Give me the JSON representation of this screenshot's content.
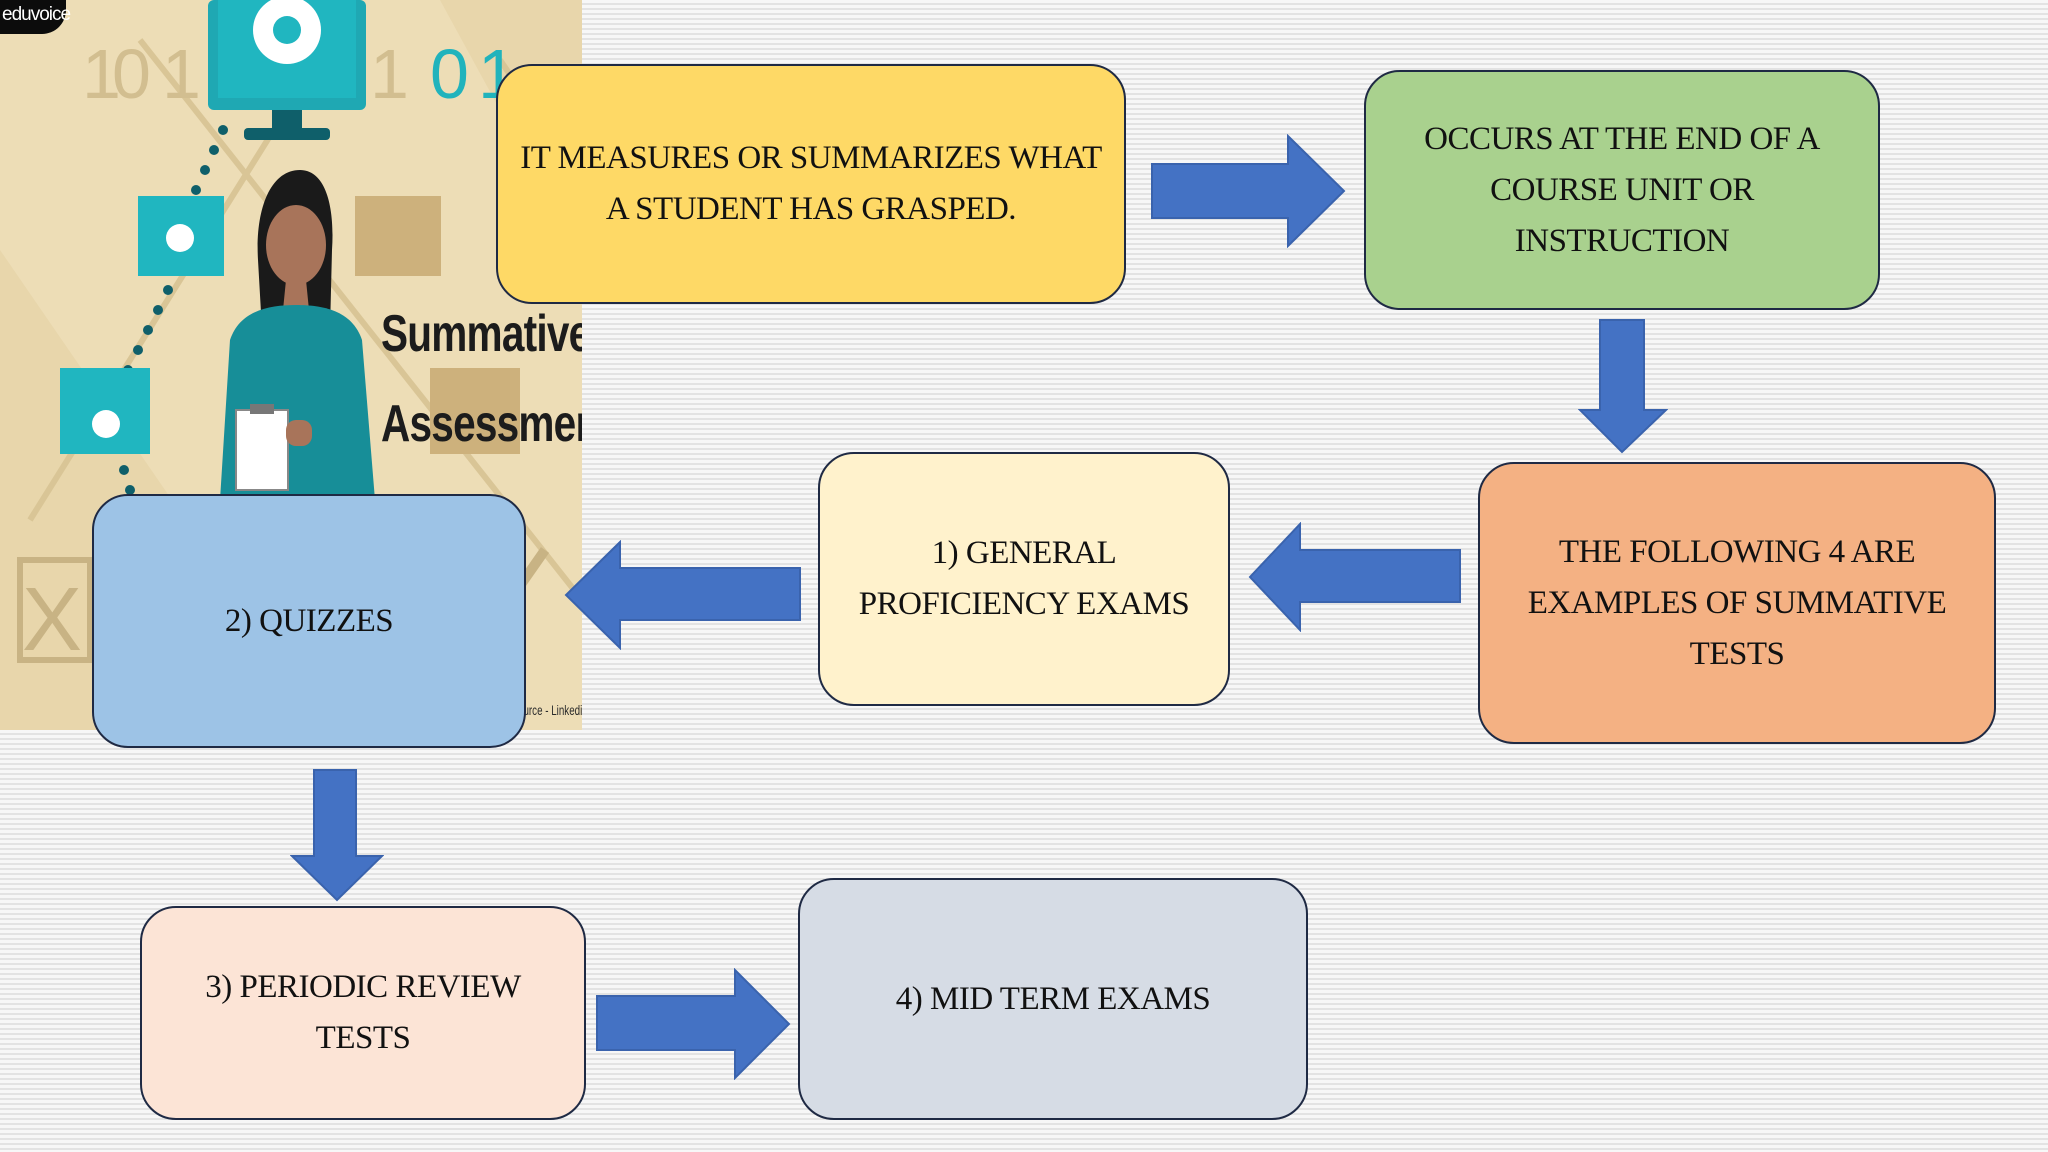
{
  "image": {
    "title_line1": "Summative",
    "title_line2": "Assessment",
    "logo_text": "eduvoice",
    "credit_text": "ource - Linkedin"
  },
  "nodes": {
    "measures": {
      "line1": "IT MEASURES OR SUMMARIZES WHAT",
      "line2": "A STUDENT HAS GRASPED.",
      "color": "#fed966"
    },
    "occurs": {
      "line1": "OCCURS AT THE END OF A",
      "line2": "COURSE UNIT OR INSTRUCTION",
      "color": "#a9d18e"
    },
    "following": {
      "line1": "THE FOLLOWING 4 ARE",
      "line2": "EXAMPLES OF SUMMATIVE",
      "line3": "TESTS",
      "color": "#f4b183"
    },
    "general": {
      "line1": "1) GENERAL",
      "line2": "PROFICIENCY EXAMS",
      "color": "#fff2cc"
    },
    "quizzes": {
      "line1": "2) QUIZZES",
      "color": "#9dc3e6"
    },
    "periodic": {
      "line1": "3) PERIODIC REVIEW TESTS",
      "color": "#fce4d6"
    },
    "midterm": {
      "line1": "4) MID TERM EXAMS",
      "color": "#d6dce5"
    }
  },
  "colors": {
    "arrow": "#4472c4",
    "box_border": "#1f2a44",
    "hero_bg": "#e8d6ab"
  }
}
